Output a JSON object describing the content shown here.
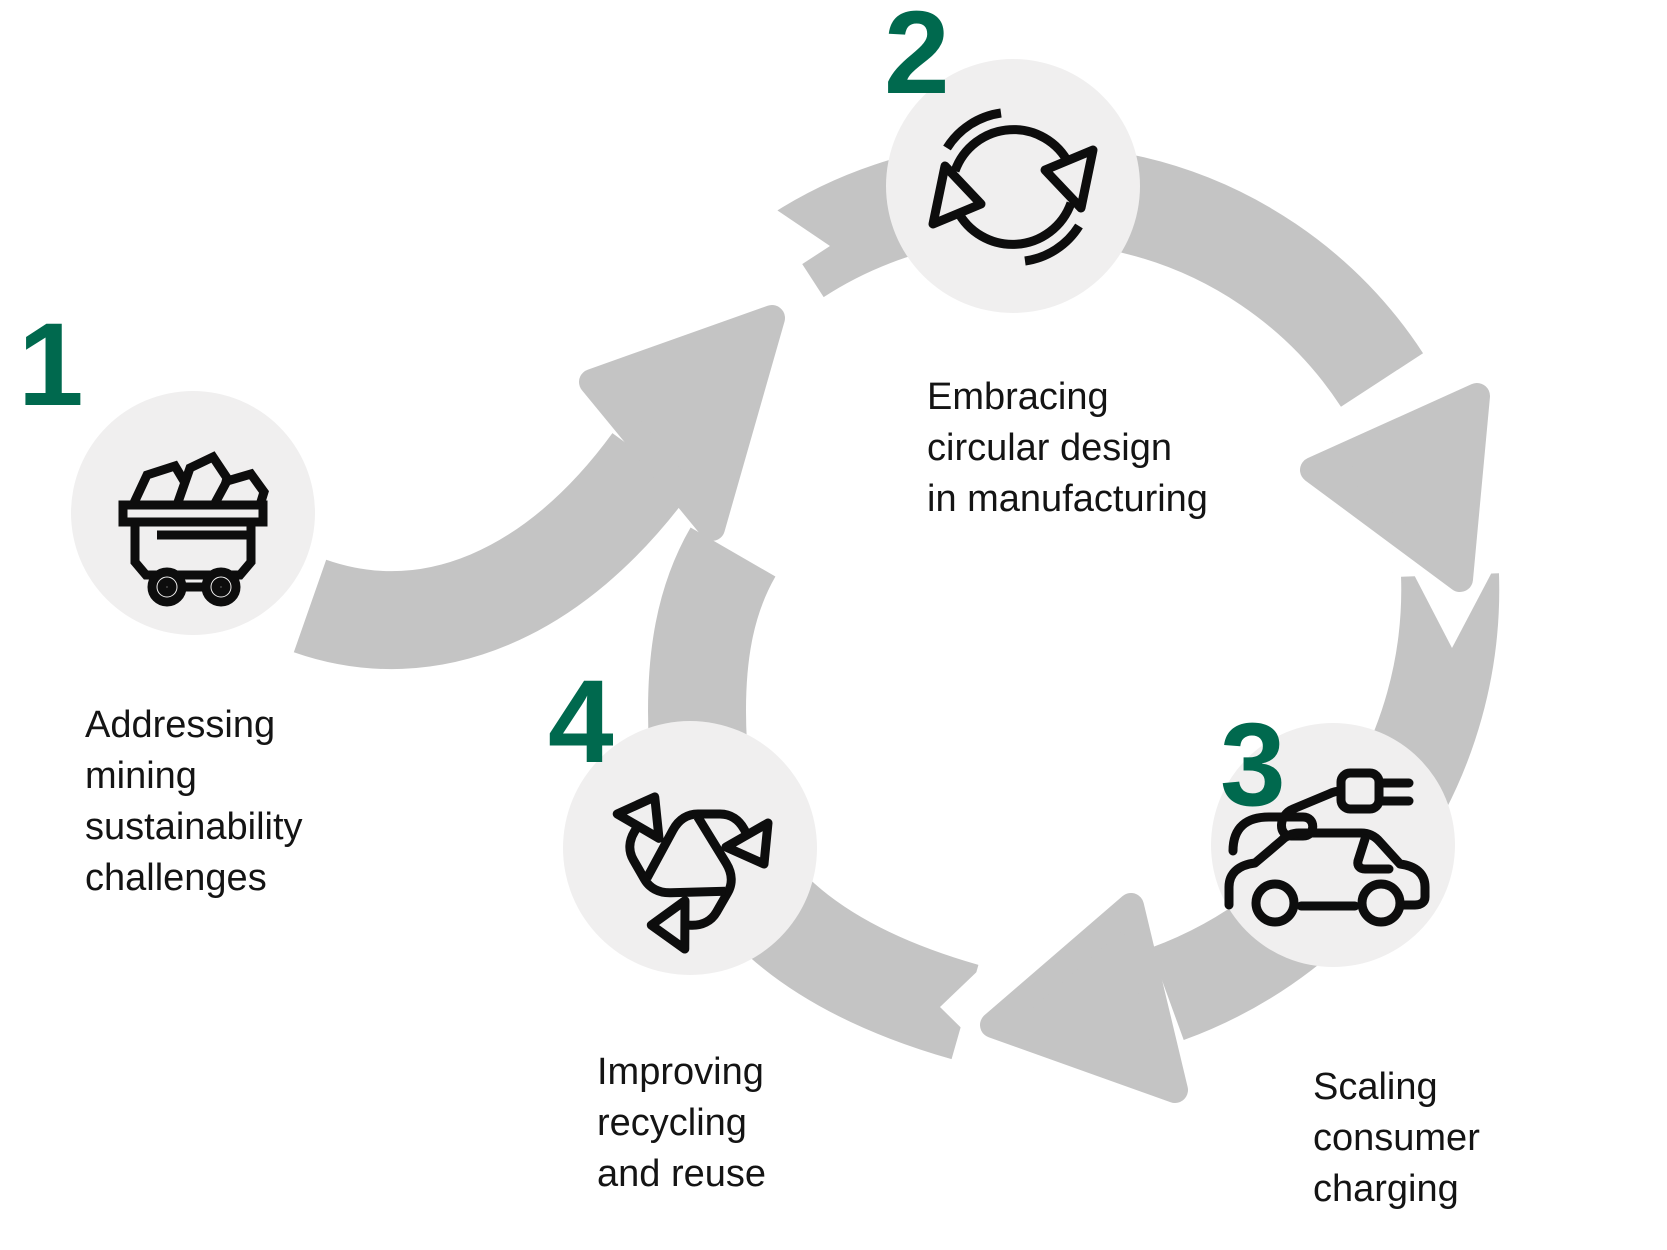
{
  "diagram": {
    "type": "circular-process",
    "colors": {
      "number_green": "#00694E",
      "arrow_gray": "#C4C4C4",
      "icon_circle_gray": "#F0EFEF",
      "text_black": "#141414",
      "icon_stroke": "#0D0D0D",
      "background": "#FFFFFF"
    },
    "steps": [
      {
        "number": "1",
        "label": "Addressing\nmining\nsustainability\nchallenges",
        "icon": "mine-cart-icon"
      },
      {
        "number": "2",
        "label": "Embracing\ncircular design\nin manufacturing",
        "icon": "circular-arrows-icon"
      },
      {
        "number": "3",
        "label": "Scaling\nconsumer\ncharging",
        "icon": "ev-car-charging-icon"
      },
      {
        "number": "4",
        "label": "Improving\nrecycling\nand reuse",
        "icon": "recycling-icon"
      }
    ]
  }
}
